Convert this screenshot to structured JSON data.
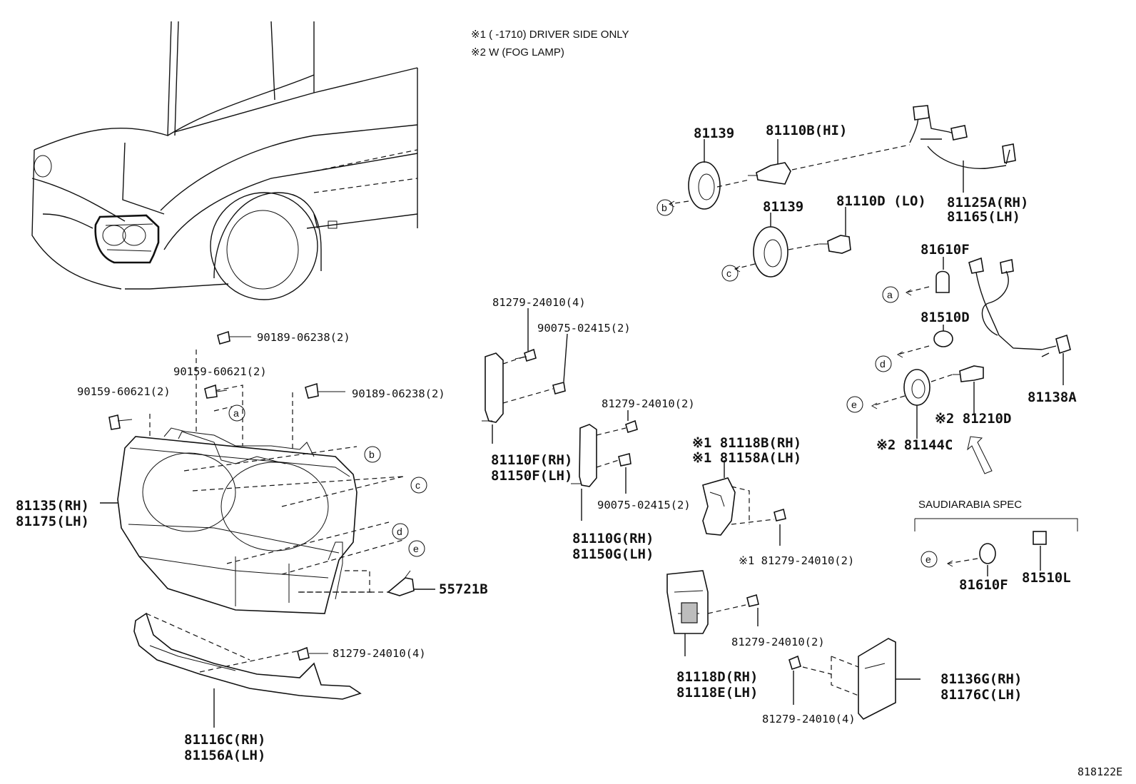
{
  "notes": {
    "note1": "※1 (       -1710) DRIVER SIDE ONLY",
    "note2": "※2 W (FOG LAMP)"
  },
  "spec": {
    "label": "SAUDIARABIA SPEC"
  },
  "ref_code": "818122E",
  "callouts": {
    "a": "a",
    "b": "b",
    "c": "c",
    "d": "d",
    "e": "e"
  },
  "parts": {
    "p81139_top": "81139",
    "p81110B": "81110B(HI)",
    "p81125A": "81125A(RH)",
    "p81165": "81165(LH)",
    "p81139_mid": "81139",
    "p81110D": "81110D (LO)",
    "p81610F_top": "81610F",
    "p81510D": "81510D",
    "p81138A": "81138A",
    "p81210D": "※2 81210D",
    "p81144C": "※2 81144C",
    "p81610F_bot": "81610F",
    "p81510L": "81510L",
    "p81279_4_top": "81279-24010(4)",
    "p90075_top": "90075-02415(2)",
    "p81110F": "81110F(RH)",
    "p81150F": "81150F(LH)",
    "p81279_2_mid": "81279-24010(2)",
    "p90075_mid": "90075-02415(2)",
    "p81110G": "81110G(RH)",
    "p81150G": "81150G(LH)",
    "p81118B": "※1 81118B(RH)",
    "p81158A": "※1 81158A(LH)",
    "p81279_note1": "※1 81279-24010(2)",
    "p81118D": "81118D(RH)",
    "p81118E": "81118E(LH)",
    "p81279_2_low": "81279-24010(2)",
    "p81279_4_low": "81279-24010(4)",
    "p81136G": "81136G(RH)",
    "p81176C": "81176C(LH)",
    "p90189_a": "90189-06238(2)",
    "p90159_a": "90159-60621(2)",
    "p90159_b": "90159-60621(2)",
    "p90189_b": "90189-06238(2)",
    "p81135": "81135(RH)",
    "p81175": "81175(LH)",
    "p55721B": "55721B",
    "p81279_4_left": "81279-24010(4)",
    "p81116C": "81116C(RH)",
    "p81156A": "81156A(LH)"
  }
}
